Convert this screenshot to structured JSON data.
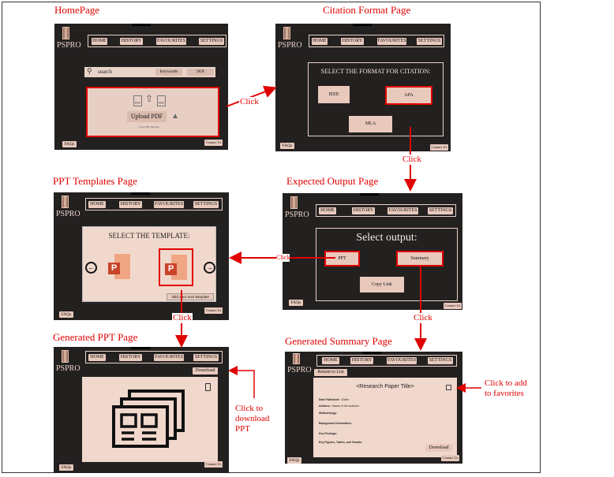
{
  "brand": {
    "logo": "PSPRO"
  },
  "nav": {
    "home": "HOME",
    "history": "HISTORY",
    "favourites": "FAVOURITES",
    "settings": "SETTINGS"
  },
  "common": {
    "faqs": "FAQs",
    "contact": "Contact Us"
  },
  "titles": {
    "home": "HomePage",
    "citation": "Citation Format Page",
    "expected": "Expected Output Page",
    "ppt_templates": "PPT Templates Page",
    "generated_ppt": "Generated PPT Page",
    "generated_summary": "Generated Summary Page"
  },
  "home": {
    "search_placeholder": "search",
    "keywords": "Keywords",
    "doi": "DOI",
    "upload": "Upload PDF",
    "drop_hint": "or drop PDF files here"
  },
  "citation": {
    "heading": "SELECT THE FORMAT FOR CITATION:",
    "ieee": "IEEE",
    "apa": "APA",
    "mla": "MLA"
  },
  "expected": {
    "heading": "Select output:",
    "ppt": "PPT",
    "summary": "Summary",
    "copy_link": "Copy Link"
  },
  "ppt_templates": {
    "heading": "SELECT THE TEMPLATE:",
    "add_template": "Add your own template"
  },
  "generated_ppt": {
    "download": "Download"
  },
  "generated_summary": {
    "return": "Return to List",
    "paper_title": "<Research Paper Title>",
    "date_label": "Date Published:",
    "date_value": "<Date>",
    "authors_label": "Authors:",
    "authors_value": "<Name of the Authors>",
    "methodology": "Methodology:",
    "background": "Background Information:",
    "findings": "Key Findings:",
    "figures": "Key Figures, Tables, and Visuals:",
    "download": "Download"
  },
  "annotations": {
    "click": "Click",
    "download_note": "Click to download PPT",
    "favorites_note": "Click to add to favorites"
  },
  "colors": {
    "accent": "#e00000",
    "screen": "#232020",
    "panel": "#f1d8cc",
    "button": "#e8c9bc"
  }
}
